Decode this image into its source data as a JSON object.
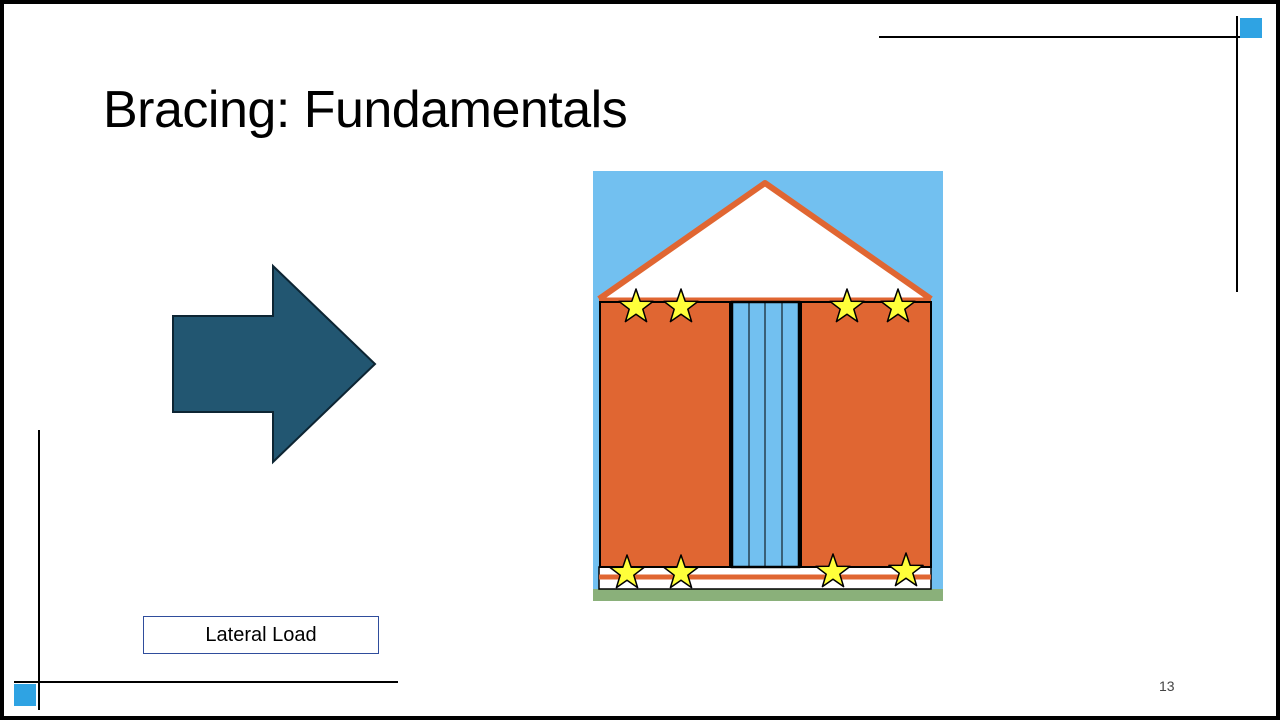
{
  "slide": {
    "title": "Bracing: Fundamentals",
    "label": "Lateral Load",
    "page_number": "13"
  },
  "colors": {
    "accent": "#2fa3e3",
    "arrow_fill": "#225671",
    "barn_wall": "#e06632",
    "sky": "#72c0f0",
    "star": "#ffff3a",
    "ground": "#8ab07a"
  },
  "icons": {
    "arrow": "right-arrow-icon",
    "star": "star-icon"
  }
}
